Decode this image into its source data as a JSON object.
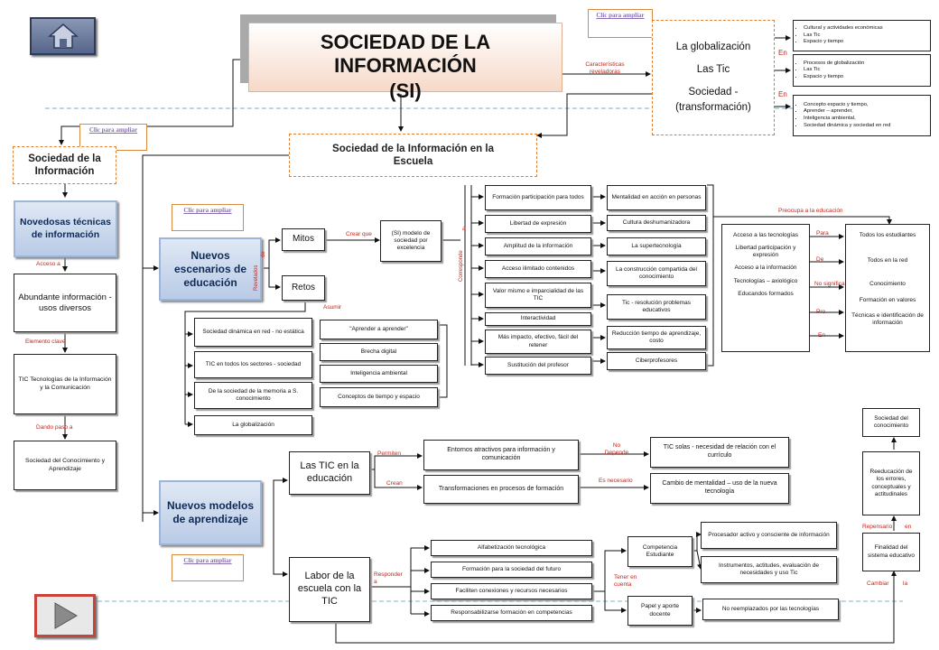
{
  "title_line1": "SOCIEDAD DE LA INFORMACIÓN",
  "title_line2": "(SI)",
  "home_icon": "home-icon",
  "play_icon": "play-icon",
  "link_label": "Clic para ampliar",
  "top_right": {
    "box_lines": [
      "La globalización",
      "Las Tic",
      "Sociedad -",
      "(transformación)"
    ],
    "caract_label": "Características reveladoras",
    "en1": "En",
    "en2": "En",
    "list1": [
      "Cultural y actividades económicas",
      "Las Tic",
      "Espacio y tiempo"
    ],
    "list2": [
      "Procesos de globalización",
      "Las Tic",
      "Espacio y tiempo"
    ],
    "list3": [
      "Concepto espacio y tiempo,",
      "Aprender – aprender,",
      "Inteligencia ambiental,",
      "Sociedad dinámica y sociedad en red"
    ]
  },
  "left": {
    "si_box": "Sociedad de la Información",
    "novedosas": "Novedosas técnicas de información",
    "acceso_a": "Acceso      a",
    "abundante": "Abundante información - usos diversos",
    "elemento_clave": "Elemento      clave",
    "tic_box": "TIC Tecnologías de la Información y la Comunicación",
    "dando_paso": "Dando      paso a",
    "sociedad_conocimiento": "Sociedad del Conocimiento y Aprendizaje"
  },
  "si_escuela": "Sociedad de la Información en la Escuela",
  "escenarios": {
    "title": "Nuevos escenarios de educación",
    "revelados": "Revelados",
    "de": "de",
    "mitos": "Mitos",
    "retos": "Retos",
    "crear_que": "Crear que",
    "modelo": "(SI) modelo de sociedad por excelencia",
    "asumir": "Asumir",
    "corresponde": "Corresponde",
    "a": "a",
    "retos_left": [
      "Sociedad dinámica en red - no estática",
      "TIC en todos los sectores - sociedad",
      "De la sociedad de la memoria a S. conocimiento",
      "La globalización"
    ],
    "retos_right": [
      "\"Aprender a aprender\"",
      "Brecha digital",
      "Inteligencia ambiental",
      "Conceptos de tiempo y espacio"
    ],
    "col1": [
      "Formación participación para todos",
      "Libertad de expresión",
      "Amplitud de la información",
      "Acceso ilimitado contenidos",
      "Valor mismo e imparcialidad de las TIC",
      "Interactividad",
      "Más impacto, efectivo, fácil del retener",
      "Sustitución del profesor"
    ],
    "col2": [
      "Mentalidad en acción en personas",
      "Cultura deshumanizadora",
      "La supertecnología",
      "La construcción compartida del conocimiento",
      "Tic - resolución problemas educativos",
      "Reducción tiempo de aprendizaje, costo",
      "Ciberprofesores"
    ],
    "preocupa": "Preocupa a la educación",
    "acceso_list": [
      "Acceso a las tecnologías",
      "Libertad participación y expresión",
      "Acceso a la información",
      "Tecnologías – axiológico",
      "Educandos formados"
    ],
    "connectors": [
      "Para",
      "De",
      "No significa",
      "Pro",
      "En"
    ],
    "todos_list": [
      "Todos los estudiantes",
      "Todos en la red",
      "Conocimiento",
      "Formación en valores",
      "Técnicas e identificación de información"
    ]
  },
  "modelos": {
    "title": "Nuevos modelos de aprendizaje",
    "tic_educacion": "Las TIC en la educación",
    "permiten": "Permiten",
    "crean": "Crean",
    "entornos": "Entornos atractivos para información y comunicación",
    "transformaciones": "Transformaciones en procesos de formación",
    "no_depende": "No Depende",
    "es_necesario": "Es necesario",
    "tic_solas": "TIC solas - necesidad de relación con el currículo",
    "cambio_mentalidad": "Cambio de mentalidad – uso de la nueva tecnología",
    "labor": "Labor de la escuela con la TIC",
    "responder_a": "Responder a",
    "labor_list": [
      "Alfabetización tecnológica",
      "Formación para la sociedad del futuro",
      "Faciliten conexiones y recursos necesarios",
      "Responsabilizarse formación en competencias"
    ],
    "competencia": "Competencia Estudiante",
    "tener_en_cuenta": "Tener en cuenta",
    "papel": "Papel y aporte docente",
    "procesador": "Procesador activo y consciente de información",
    "instrumentos": "Instrumentos, actitudes, evaluación de necesidades y uso Tic",
    "no_reemplazados": "No reemplazados por las tecnologías",
    "sociedad_conocimiento": "Sociedad del conocimiento",
    "reeducacion": "Reeducación de los errores, conceptuales y actitudinales",
    "repensario": "Repensario",
    "en": "en",
    "finalidad": "Finalidad del sistema educativo",
    "cambiar": "Cambiar",
    "la": "la"
  }
}
